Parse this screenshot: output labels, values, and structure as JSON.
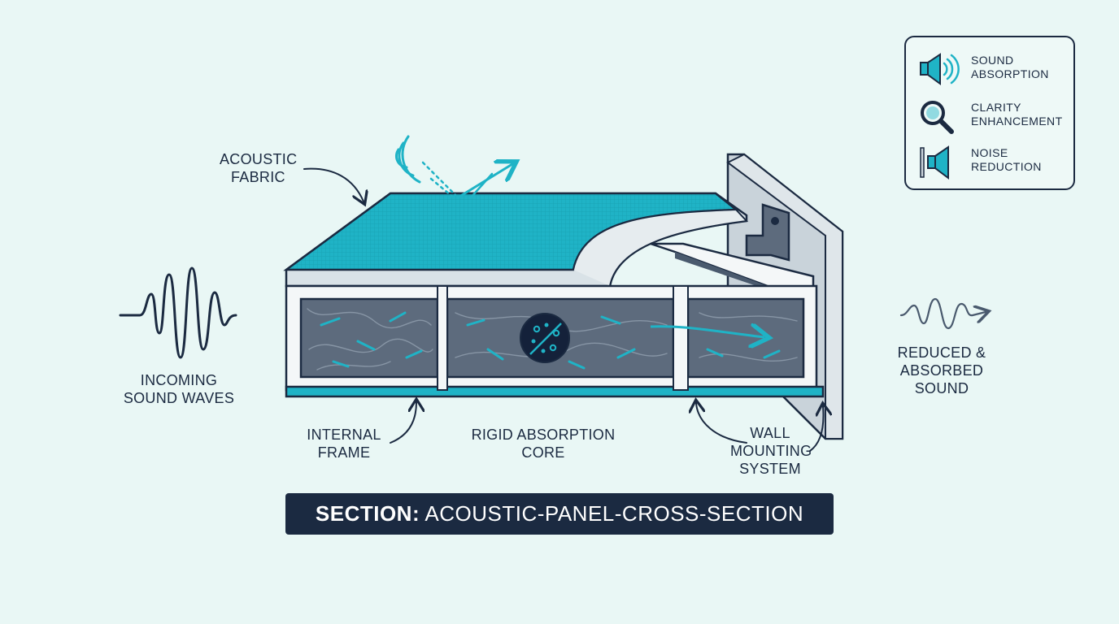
{
  "labels": {
    "acoustic_fabric": [
      "ACOUSTIC",
      "FABRIC"
    ],
    "incoming": [
      "INCOMING",
      "SOUND WAVES"
    ],
    "internal_frame": [
      "INTERNAL",
      "FRAME"
    ],
    "core": [
      "RIGID ABSORPTION",
      "CORE"
    ],
    "wall_mount": [
      "WALL",
      "MOUNTING",
      "SYSTEM"
    ],
    "reduced": [
      "REDUCED &",
      "ABSORBED",
      "SOUND"
    ]
  },
  "legend": [
    {
      "icon": "speaker-waves-icon",
      "lines": [
        "SOUND",
        "ABSORPTION"
      ]
    },
    {
      "icon": "magnifier-icon",
      "lines": [
        "CLARITY",
        "ENHANCEMENT"
      ]
    },
    {
      "icon": "speaker-blocked-icon",
      "lines": [
        "NOISE",
        "REDUCTION"
      ]
    }
  ],
  "section": {
    "prefix": "SECTION:",
    "name": "ACOUSTIC-PANEL-CROSS-SECTION"
  },
  "colors": {
    "background": "#e9f7f5",
    "navy": "#1b2a41",
    "teal": "#1fb3c6",
    "core_gray": "#5d6b7d",
    "frame_white": "#f4f7f8"
  }
}
